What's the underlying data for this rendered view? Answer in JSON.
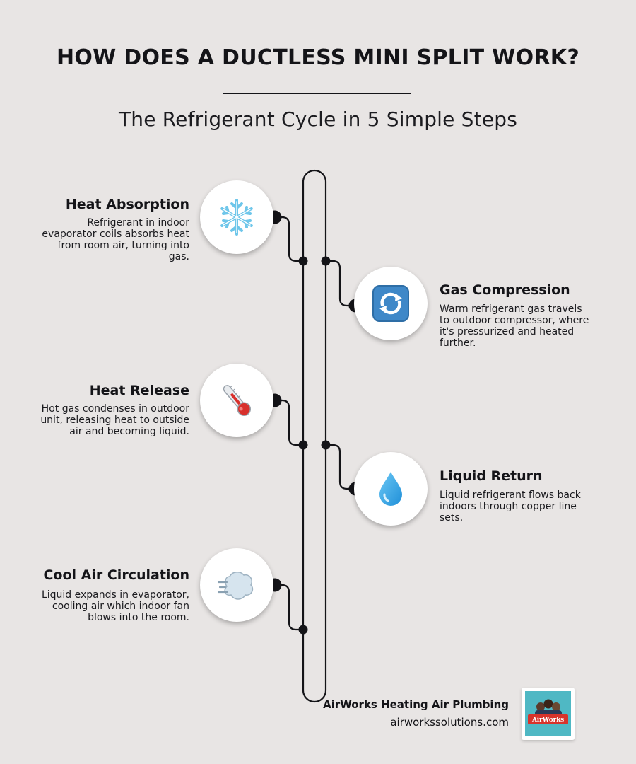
{
  "header": {
    "title": "HOW DOES A DUCTLESS MINI SPLIT WORK?",
    "subtitle": "The Refrigerant Cycle in 5 Simple Steps"
  },
  "steps": [
    {
      "title": "Heat Absorption",
      "description": "Refrigerant in indoor evaporator coils absorbs heat from room air, turning into gas.",
      "icon": "snowflake-icon"
    },
    {
      "title": "Gas Compression",
      "description": "Warm refrigerant gas travels to outdoor compressor, where it's pressurized and heated further.",
      "icon": "cycle-arrows-icon"
    },
    {
      "title": "Heat Release",
      "description": "Hot gas condenses in outdoor unit, releasing heat to outside air and becoming liquid.",
      "icon": "thermometer-icon"
    },
    {
      "title": "Liquid Return",
      "description": "Liquid refrigerant flows back indoors through copper line sets.",
      "icon": "droplet-icon"
    },
    {
      "title": "Cool Air Circulation",
      "description": "Liquid expands in evaporator, cooling air which indoor fan blows into the room.",
      "icon": "wind-icon"
    }
  ],
  "footer": {
    "company": "AirWorks Heating Air Plumbing",
    "website": "airworkssolutions.com",
    "logo_text": "AirWorks"
  },
  "colors": {
    "background": "#e8e5e4",
    "line": "#141418",
    "logo_bg": "#4fb8c4"
  }
}
